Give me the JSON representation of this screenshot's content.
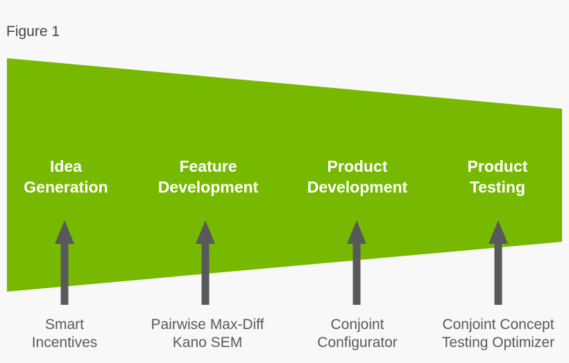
{
  "figure": {
    "title": "Figure 1"
  },
  "colors": {
    "background": "#f8f8f8",
    "funnel_green": "#76b900",
    "arrow_gray": "#58595b",
    "title_text": "#414042",
    "method_text": "#58595b",
    "stage_text": "#ffffff"
  },
  "stages": [
    {
      "label": "Idea\nGeneration",
      "method": "Smart\nIncentives"
    },
    {
      "label": "Feature\nDevelopment",
      "method": "Pairwise Max-Diff\nKano SEM"
    },
    {
      "label": "Product\nDevelopment",
      "method": "Conjoint\nConfigurator"
    },
    {
      "label": "Product\nTesting",
      "method": "Conjoint Concept\nTesting Optimizer"
    }
  ]
}
